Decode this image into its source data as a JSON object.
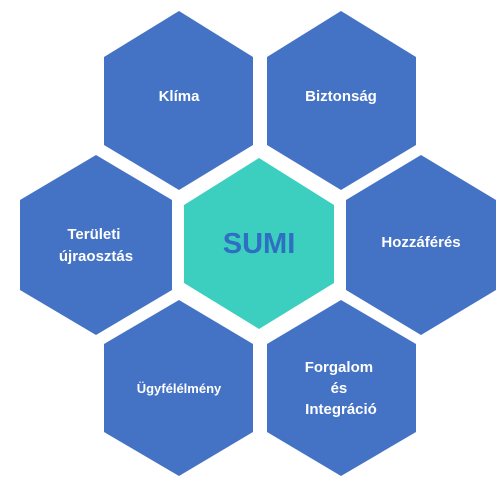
{
  "colors": {
    "outer_hex": "#4472C4",
    "center_hex": "#3CCFBF",
    "outer_text": "#FFFFFF",
    "center_text": "#2E6FC2"
  },
  "center": {
    "label": "SUMI"
  },
  "nodes": [
    {
      "lines": [
        "Klíma"
      ]
    },
    {
      "lines": [
        "Biztonság"
      ]
    },
    {
      "lines": [
        "Területi",
        "újraosztás"
      ]
    },
    {
      "lines": [
        "Hozzáférés"
      ]
    },
    {
      "lines": [
        "Ügyfélélmény"
      ]
    },
    {
      "lines": [
        "Forgalom",
        "és",
        "Integráció"
      ]
    }
  ]
}
